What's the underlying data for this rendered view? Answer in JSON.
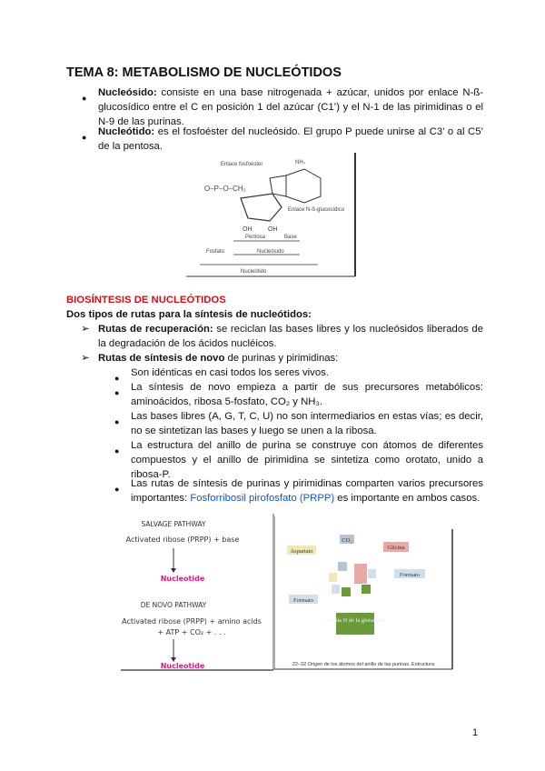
{
  "title": "TEMA 8: METABOLISMO DE NUCLEÓTIDOS",
  "defs": [
    {
      "term": "Nucleósido:",
      "text": " consiste en una base nitrogenada + azúcar, unidos por enlace N-ß-glucosídico entre el C en posición 1 del azúcar (C1’) y el N-1 de las pirimidinas o el N-9 de las purinas."
    },
    {
      "term": "Nucleótido:",
      "text": " es el fosfoéster del nucleósido. El grupo P puede unirse al C3’ o al C5’ de la pentosa."
    }
  ],
  "fig1": {
    "enlace_fosfoester": "Enlace fosfoéster",
    "nh2": "NH₂",
    "enlace_glucosidico": "Enlace N-ß-glucosídico",
    "oh1": "OH",
    "oh2": "OH",
    "pentosa": "Pentosa",
    "base": "Base",
    "fosfato": "Fosfato",
    "nucleosido": "Nucleósido",
    "nucleotido": "Nucleótido"
  },
  "section": {
    "heading": "BIOSÍNTESIS DE NUCLEÓTIDOS",
    "subheading": "Dos tipos de rutas para la síntesis de nucleótidos:",
    "rutas": [
      {
        "term": "Rutas de recuperación:",
        "text": " se reciclan las bases libres y los nucleósidos liberados de la degradación de los ácidos nucléicos."
      },
      {
        "term": "Rutas de síntesis de novo",
        "text": " de purinas y pirimidinas:"
      }
    ],
    "items": [
      "Son idénticas en casi todos los seres vivos.",
      "La síntesis de novo empieza a partir de sus precursores metabólicos: aminoácidos, ribosa 5-fosfato, CO₂ y NH₃.",
      "Las bases libres (A, G, T, C, U) no son intermediarios en estas vías; es decir, no se sintetizan las bases y luego se unen a la ribosa.",
      "La estructura del anillo de purina se construye con átomos de diferentes compuestos y el anillo de pirimidina se sintetiza como orotato, unido a ribosa-P."
    ],
    "last_item": {
      "pre": "Las rutas de síntesis de purinas y pirimidinas comparten varios precursores importantes: ",
      "link": "Fosforribosil pirofosfato (PRPP)",
      "post": " es importante en ambos casos."
    }
  },
  "fig2": {
    "salvage": "SALVAGE PATHWAY",
    "salvage_eq": "Activated ribose (PRPP) + base",
    "nucleotide1": "Nucleotide",
    "denovo": "DE NOVO PATHWAY",
    "denovo_eq1": "Activated ribose (PRPP) + amino acids",
    "denovo_eq2": "+ ATP + CO₂ + . . .",
    "nucleotide2": "Nucleotide",
    "accent": "#e0197d"
  },
  "fig3": {
    "co2": "CO₂",
    "aspartato": "Aspartato",
    "glicina": "Glicina",
    "formato1": "Formato",
    "formato2": "Formato",
    "amida": "Amida N de la glutamina",
    "caption": "22–32 Origen de los átomos del anillo de las purinas. Estructura"
  },
  "page_number": "1"
}
